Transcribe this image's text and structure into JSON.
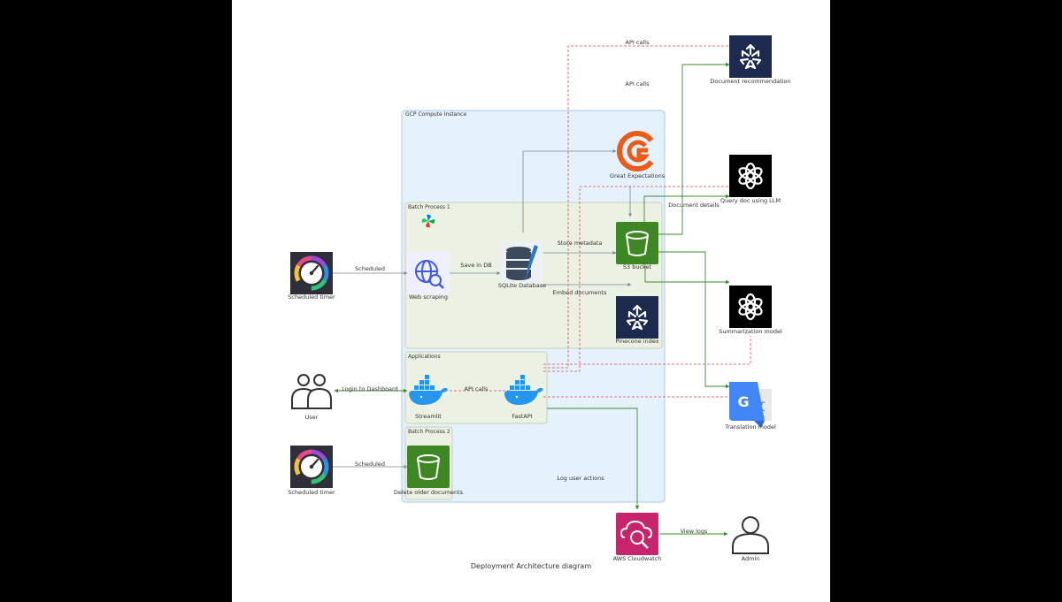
{
  "diagram": {
    "caption": "Deployment Architecture diagram",
    "clusters": {
      "gcp": "GCP Compute Instance",
      "batch1": "Batch Process 1",
      "applications": "Applications",
      "batch2": "Batch Process 2"
    },
    "nodes": {
      "timer1": "Scheduled timer",
      "timer2": "Scheduled timer",
      "user": "User",
      "web_scraping": "Web scraping",
      "sqlite": "SQLite Database",
      "great_expectations": "Great Expectations",
      "s3": "S3 bucket",
      "pinecone": "Pinecone index",
      "streamlit": "Streamlit",
      "fastapi": "FastAPI",
      "delete_docs": "Delete older documents",
      "doc_rec": "Document recommendation",
      "query_llm": "Query doc using LLM",
      "summarization": "Summarization model",
      "translation": "Translation model",
      "cloudwatch": "AWS Cloudwatch",
      "admin": "Admin"
    },
    "edges": {
      "scheduled1": "Scheduled",
      "scheduled2": "Scheduled",
      "save_db": "Save in DB",
      "store_meta": "Store metadata",
      "embed_docs": "Embed documents",
      "doc_details": "Document details",
      "api_calls_top": "API calls",
      "api_calls_mid": "API calls",
      "api_calls_app": "API calls",
      "login": "Login to Dashboard",
      "log_actions": "Log user actions",
      "view_logs": "View logs"
    },
    "colors": {
      "gcp_fill": "#e5f2fc",
      "gcp_border": "#a9c8e3",
      "cluster_fill": "#ebf1e3",
      "cluster_border": "#c7d0bd",
      "edge_gray": "#7b8894",
      "edge_green": "#3f8a2e",
      "edge_red": "#e0474c",
      "s3_green": "#3f8624",
      "pinecone_navy": "#1b2a4e",
      "openai_black": "#000000",
      "cloudwatch_pink": "#c7246b",
      "ge_orange": "#ea5a19",
      "docker_blue": "#2496ed"
    },
    "icons": {
      "timer": "speedometer-icon",
      "user": "users-icon",
      "web": "globe-search-icon",
      "db": "database-icon",
      "ge": "great-expectations-icon",
      "s3": "s3-bucket-icon",
      "pinecone": "pinecone-icon",
      "docker": "docker-whale-icon",
      "openai": "openai-icon",
      "gtranslate": "google-translate-icon",
      "cloudwatch": "cloudwatch-icon",
      "admin": "person-icon",
      "airflow": "airflow-pinwheel-icon"
    }
  }
}
